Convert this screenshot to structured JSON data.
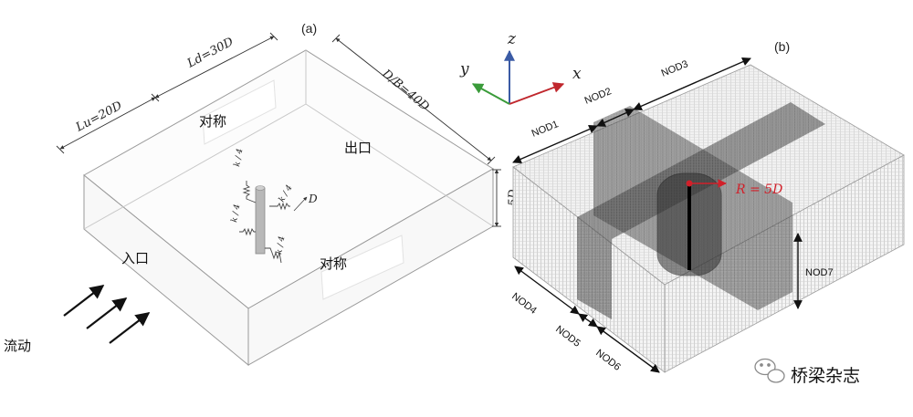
{
  "panel_a": {
    "label": "(a)",
    "dim_ld": "Ld=30D",
    "dim_lu": "Lu=20D",
    "dim_db": "D/B=40D",
    "dim_height": "5D",
    "symmetry_top": "对称",
    "symmetry_bottom": "对称",
    "outlet": "出口",
    "inlet": "入口",
    "flow": "流动",
    "spring_k4": "k / 4",
    "cylinder_d": "D"
  },
  "panel_b": {
    "label": "(b)",
    "axis_x": "x",
    "axis_y": "y",
    "axis_z": "z",
    "radius": "R = 5D",
    "nod1": "NOD1",
    "nod2": "NOD2",
    "nod3": "NOD3",
    "nod4": "NOD4",
    "nod5": "NOD5",
    "nod6": "NOD6",
    "nod7": "NOD7"
  },
  "watermark": {
    "text": "桥梁杂志"
  },
  "colors": {
    "axis_x": "#c0272d",
    "axis_y": "#3a9b3a",
    "axis_z": "#3b5ba5",
    "radius": "#d1202a"
  }
}
